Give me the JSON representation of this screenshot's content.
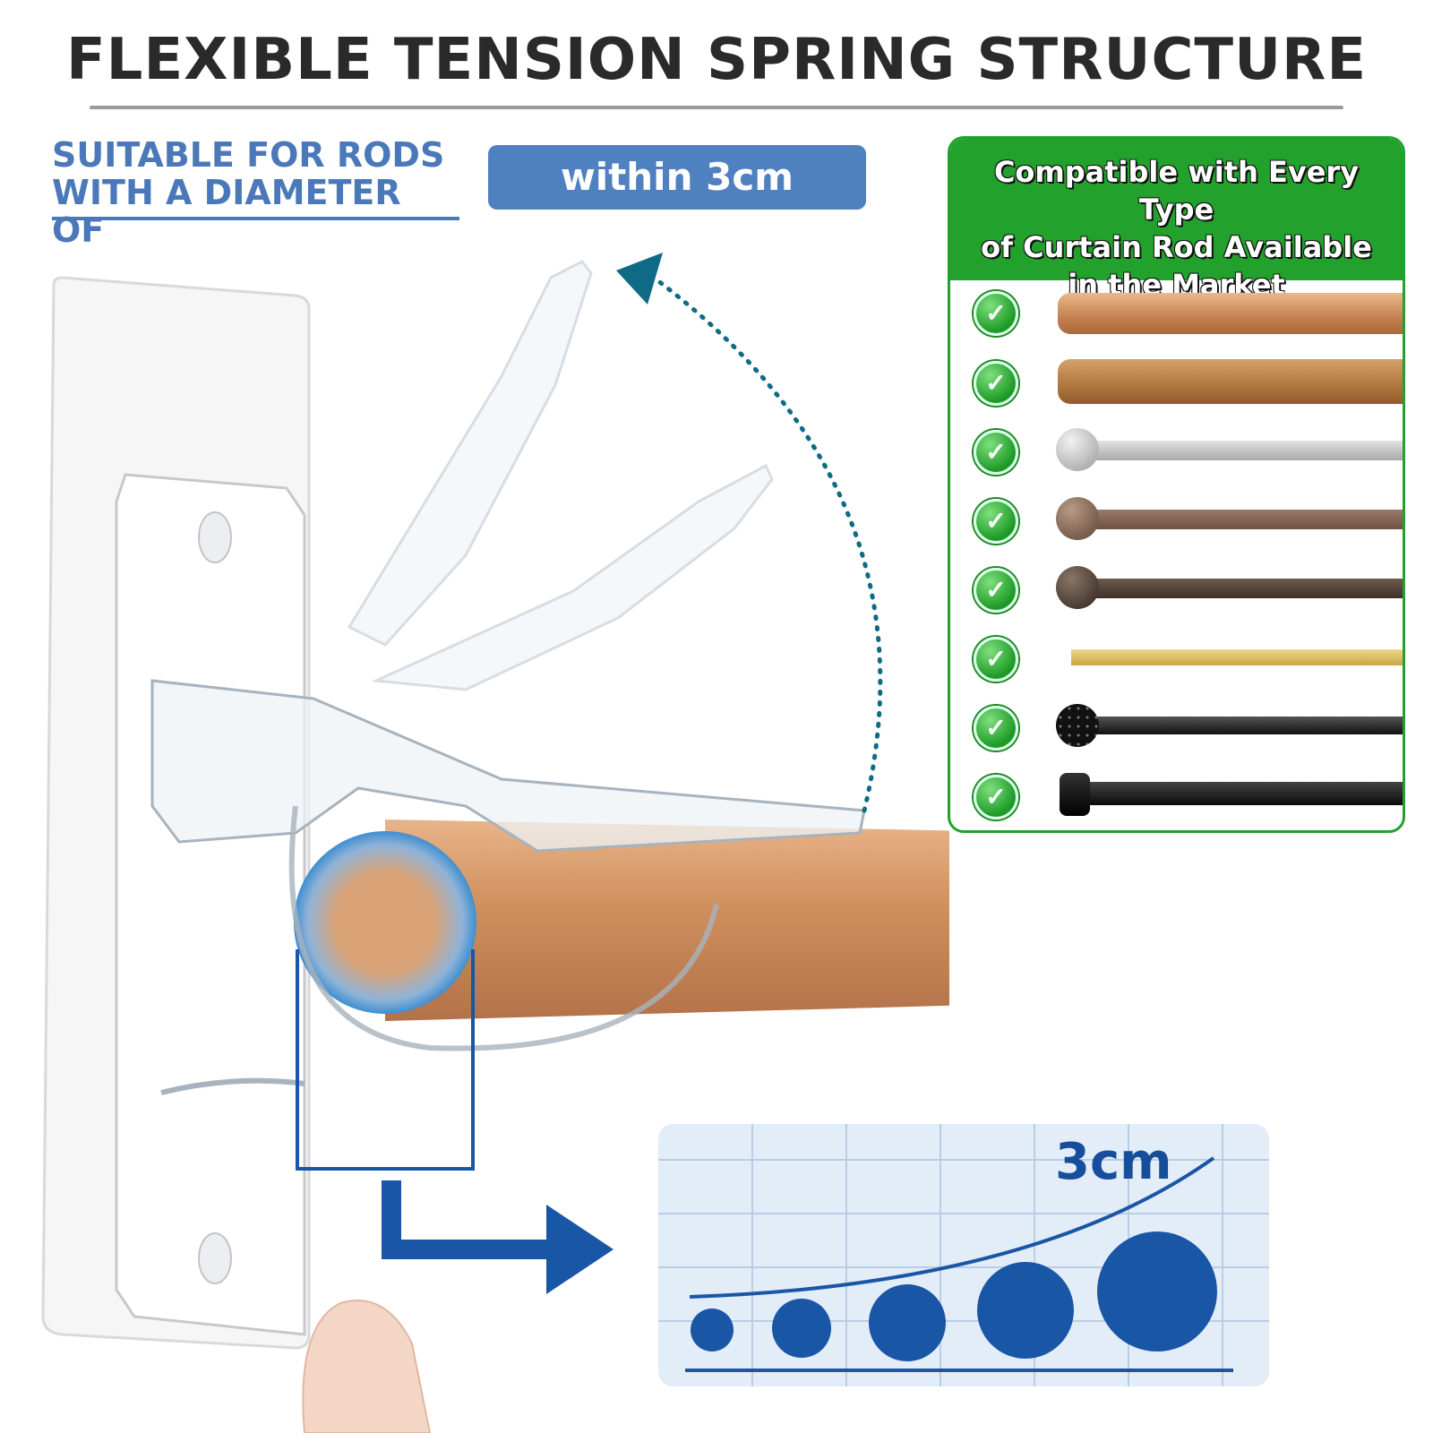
{
  "title": "FLEXIBLE TENSION SPRING STRUCTURE",
  "suitable": {
    "line1": "SUITABLE FOR RODS",
    "line2": "WITH A DIAMETER OF"
  },
  "badge": "within 3cm",
  "compat_panel": {
    "title_lines": [
      "Compatible with Every Type",
      "of Curtain Rod Available",
      "in the Market"
    ],
    "rods": [
      {
        "icon": "check-icon",
        "kind": "light-wood"
      },
      {
        "icon": "check-icon",
        "kind": "bamboo"
      },
      {
        "icon": "check-icon",
        "kind": "brushed-nickel-urn"
      },
      {
        "icon": "check-icon",
        "kind": "bronze-ball"
      },
      {
        "icon": "check-icon",
        "kind": "dark-bronze-ornate"
      },
      {
        "icon": "check-icon",
        "kind": "brass-tension"
      },
      {
        "icon": "check-icon",
        "kind": "black-mesh-ball"
      },
      {
        "icon": "check-icon",
        "kind": "black-square"
      }
    ]
  },
  "size_chart": {
    "label": "3cm",
    "circles": 5
  },
  "colors": {
    "accent_blue": "#4f80c0",
    "dark_blue": "#174e9b",
    "green": "#22a22c",
    "teal_arrow": "#0f6b85",
    "wood": "#c98a58"
  }
}
